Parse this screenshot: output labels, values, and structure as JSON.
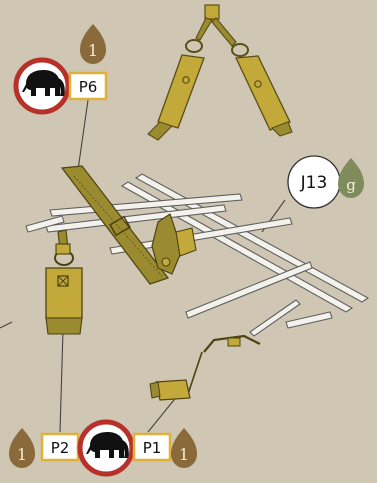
{
  "callouts": {
    "top_left": {
      "part": "P6",
      "count": "1",
      "icon": "elephant-icon"
    },
    "right": {
      "part": "J13",
      "finish": "g"
    },
    "bottom_left": {
      "part": "P2",
      "count": "1"
    },
    "bottom_center": {
      "icon": "elephant-icon"
    },
    "bottom_right": {
      "part": "P1",
      "count": "1"
    }
  },
  "colors": {
    "background": "#cfc7b4",
    "brass": "#c2a93a",
    "brass_dark": "#7f6f1f",
    "olive_strap": "#9a8a30",
    "drop_brown": "#8a6a3a",
    "drop_green": "#7e8b5a",
    "badge_red": "#b8302a",
    "badge_border": "#e0b038"
  }
}
